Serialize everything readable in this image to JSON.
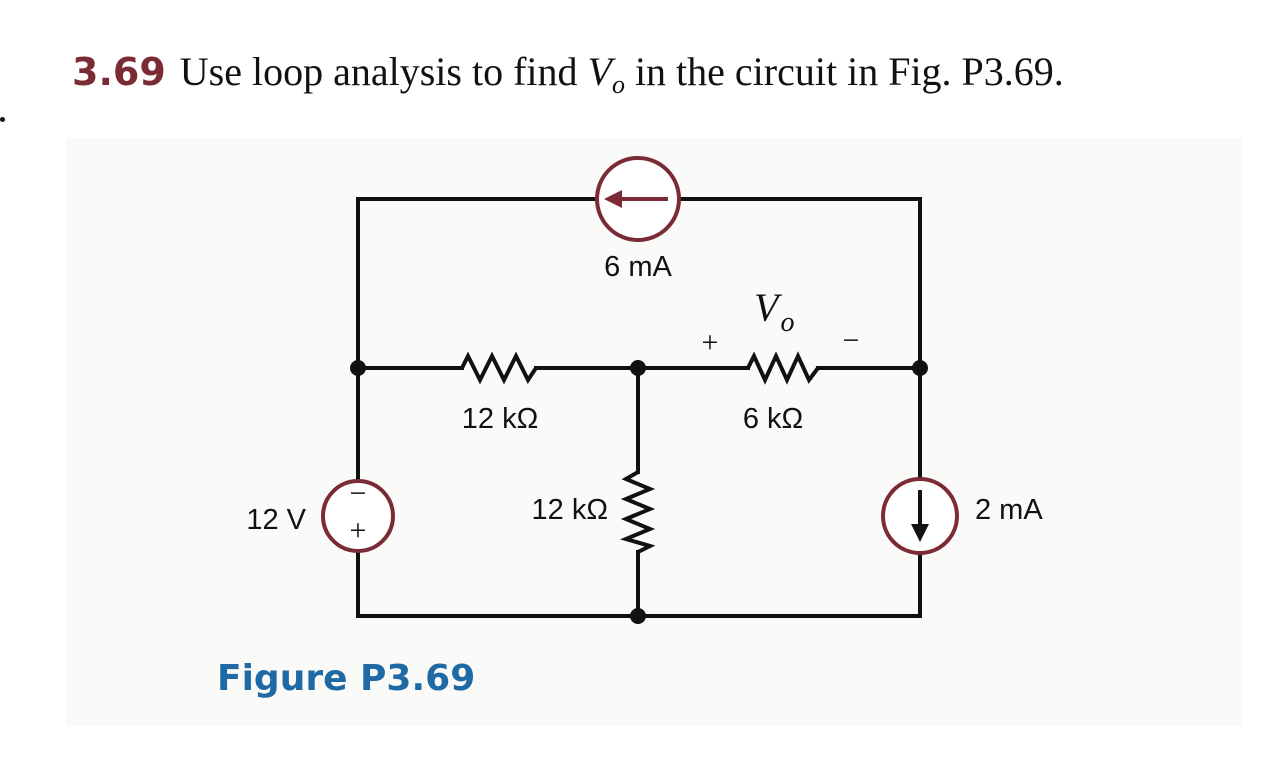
{
  "problem": {
    "number": "3.69",
    "text_before": "Use loop analysis to find ",
    "variable": "V",
    "variable_sub": "o",
    "text_after": " in the circuit in Fig. P3.69."
  },
  "figure": {
    "caption": "Figure P3.69",
    "labels": {
      "current_source_top": "6 mA",
      "current_source_right": "2 mA",
      "voltage_source": "12 V",
      "resistor_top_left": "12 kΩ",
      "resistor_top_right": "6 kΩ",
      "resistor_middle": "12 kΩ",
      "vo_symbol": "V",
      "vo_sub": "o",
      "vo_plus": "+",
      "vo_minus": "−",
      "source_plus": "+",
      "source_minus": "−"
    },
    "colors": {
      "wire": "#111111",
      "source": "#7a2b34",
      "number": "#7a2b34",
      "caption": "#1f6aa5"
    }
  }
}
